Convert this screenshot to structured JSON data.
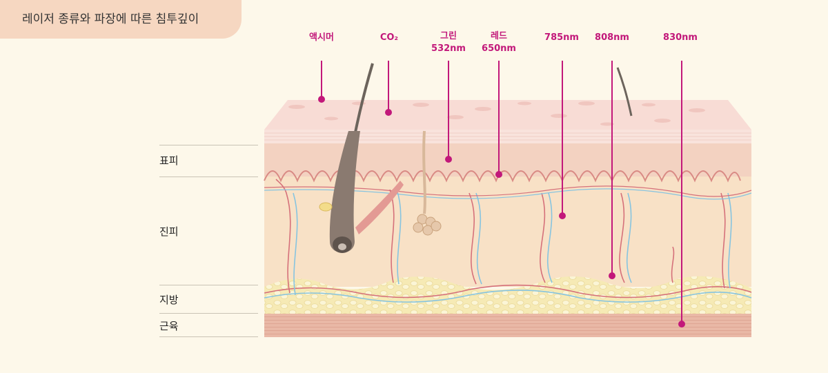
{
  "title": "레이저 종류와 파장에 따른 침투깊이",
  "layers": {
    "epidermis": "표피",
    "dermis": "진피",
    "fat": "지방",
    "muscle": "근육"
  },
  "lasers": [
    {
      "line1": "",
      "line2": "액시머"
    },
    {
      "line1": "",
      "line2": "CO₂"
    },
    {
      "line1": "그린",
      "line2": "532nm"
    },
    {
      "line1": "레드",
      "line2": "650nm"
    },
    {
      "line1": "",
      "line2": "785nm"
    },
    {
      "line1": "",
      "line2": "808nm"
    },
    {
      "line1": "",
      "line2": "830nm"
    }
  ],
  "colors": {
    "accent": "#c2187a",
    "title_tab": "#f6d7c1",
    "background": "#fdf8ea",
    "epidermis": "#f3d2c1",
    "dermis": "#f8e1c6",
    "fat": "#f7ecb8",
    "muscle": "#e9b6a6"
  }
}
